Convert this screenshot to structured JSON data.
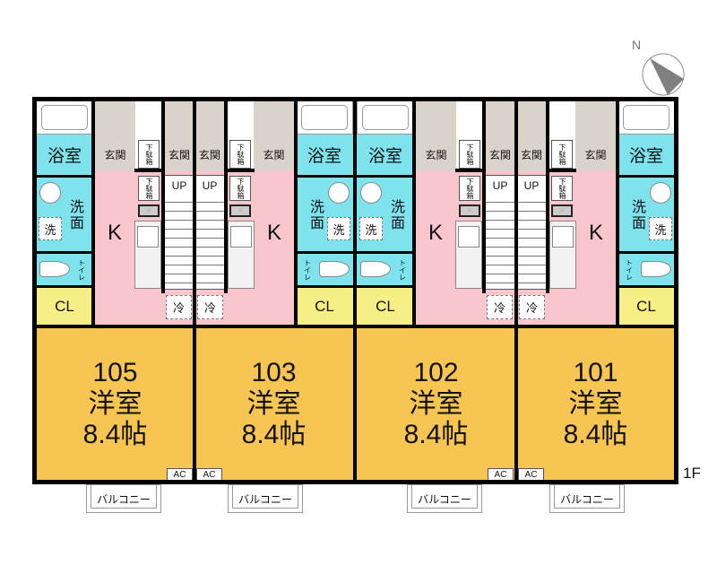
{
  "floor_label": "1F",
  "compass": {
    "label": "N"
  },
  "labels": {
    "bath": "浴室",
    "entrance": "玄関",
    "shoe_cabinet": "下駄箱",
    "washroom": "洗面",
    "washer": "洗",
    "toilet": "トイレ",
    "closet": "CL",
    "kitchen": "K",
    "fridge": "冷",
    "stairs": "UP",
    "ac": "AC",
    "balcony": "バルコニー"
  },
  "units": [
    {
      "number": "105",
      "room_type": "洋室",
      "size": "8.4帖"
    },
    {
      "number": "103",
      "room_type": "洋室",
      "size": "8.4帖"
    },
    {
      "number": "102",
      "room_type": "洋室",
      "size": "8.4帖"
    },
    {
      "number": "101",
      "room_type": "洋室",
      "size": "8.4帖"
    }
  ],
  "colors": {
    "bath": "#7fe3ee",
    "entrance": "#d9d3c9",
    "kitchen": "#f8c6cc",
    "closet": "#f7ef86",
    "room": "#f8c553"
  }
}
